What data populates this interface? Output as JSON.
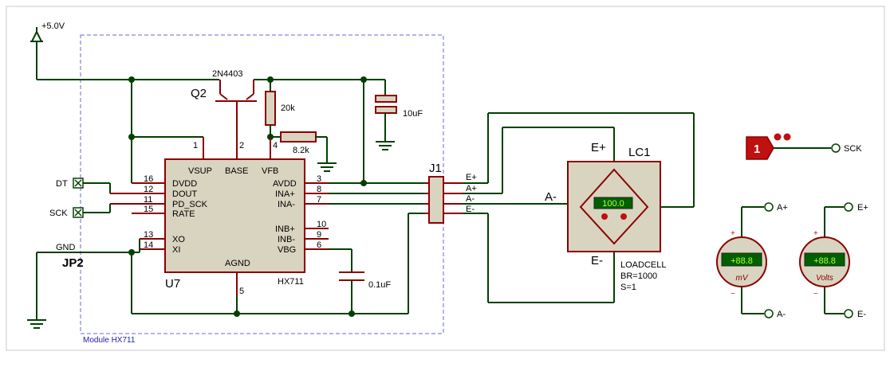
{
  "schematic": {
    "power_label": "+5.0V",
    "module_label": "Module HX711",
    "transistor": {
      "ref": "Q2",
      "part": "2N4403"
    },
    "resistors": {
      "r1": "20k",
      "r2": "8.2k"
    },
    "capacitors": {
      "c1": "10uF",
      "c2": "0.1uF"
    },
    "ic": {
      "ref": "U7",
      "part": "HX711",
      "pin_names": {
        "vsup": "VSUP",
        "base": "BASE",
        "vfb": "VFB",
        "dvdd": "DVDD",
        "dout": "DOUT",
        "pd_sck": "PD_SCK",
        "rate": "RATE",
        "xo": "XO",
        "xi": "XI",
        "agnd": "AGND",
        "avdd": "AVDD",
        "inap": "INA+",
        "inam": "INA-",
        "inbp": "INB+",
        "inbm": "INB-",
        "vbg": "VBG"
      },
      "pin_numbers": {
        "p1": "1",
        "p2": "2",
        "p4": "4",
        "p16": "16",
        "p12": "12",
        "p11": "11",
        "p15": "15",
        "p13": "13",
        "p14": "14",
        "p5": "5",
        "p3": "3",
        "p8": "8",
        "p7": "7",
        "p10": "10",
        "p9": "9",
        "p6": "6"
      }
    },
    "header": {
      "ref": "JP2",
      "dt": "DT",
      "sck": "SCK",
      "gnd": "GND"
    },
    "connector": {
      "ref": "J1",
      "pins": [
        "E+",
        "A+",
        "A-",
        "E-"
      ]
    },
    "loadcell": {
      "ref": "LC1",
      "e_plus": "E+",
      "e_minus": "E-",
      "a_minus": "A-",
      "display": "100.0",
      "type": "LOADCELL",
      "param1": "BR=1000",
      "param2": "S=1"
    },
    "clock": {
      "value": "1",
      "label": "SCK"
    },
    "meter_mv": {
      "display": "+88.8",
      "unit": "mV",
      "plus": "+",
      "minus": "−",
      "top_terminal": "A+",
      "bottom_terminal": "A-"
    },
    "meter_v": {
      "display": "+88.8",
      "unit": "Volts",
      "plus": "+",
      "minus": "−",
      "top_terminal": "E+",
      "bottom_terminal": "E-"
    },
    "colors": {
      "wire": "#004000",
      "component": "#8b0000",
      "body_fill": "#d8d4c0",
      "module_border": "#6a6ad0",
      "lcd_bg": "#006000",
      "lcd_text": "#b0ff40"
    }
  }
}
